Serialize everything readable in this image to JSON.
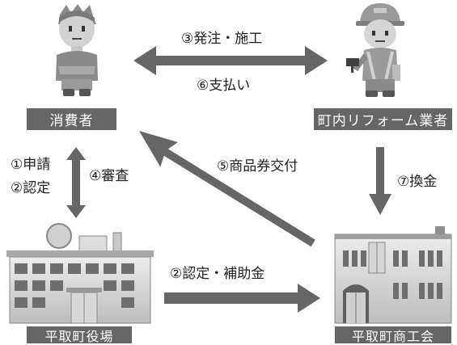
{
  "nodes": {
    "consumer": "消費者",
    "contractor": "町内リフォーム業者",
    "town_office": "平取町役場",
    "chamber": "平取町商工会"
  },
  "flows": {
    "order": "③発注・施工",
    "payment": "⑥支払い",
    "apply": "①申請",
    "certify": "②認定",
    "review": "④審査",
    "voucher": "⑤商品券交付",
    "exchange": "⑦換金",
    "certify_subsidy": "②認定・補助金"
  },
  "colors": {
    "label_bg": "#666666",
    "arrow": "#666666"
  }
}
